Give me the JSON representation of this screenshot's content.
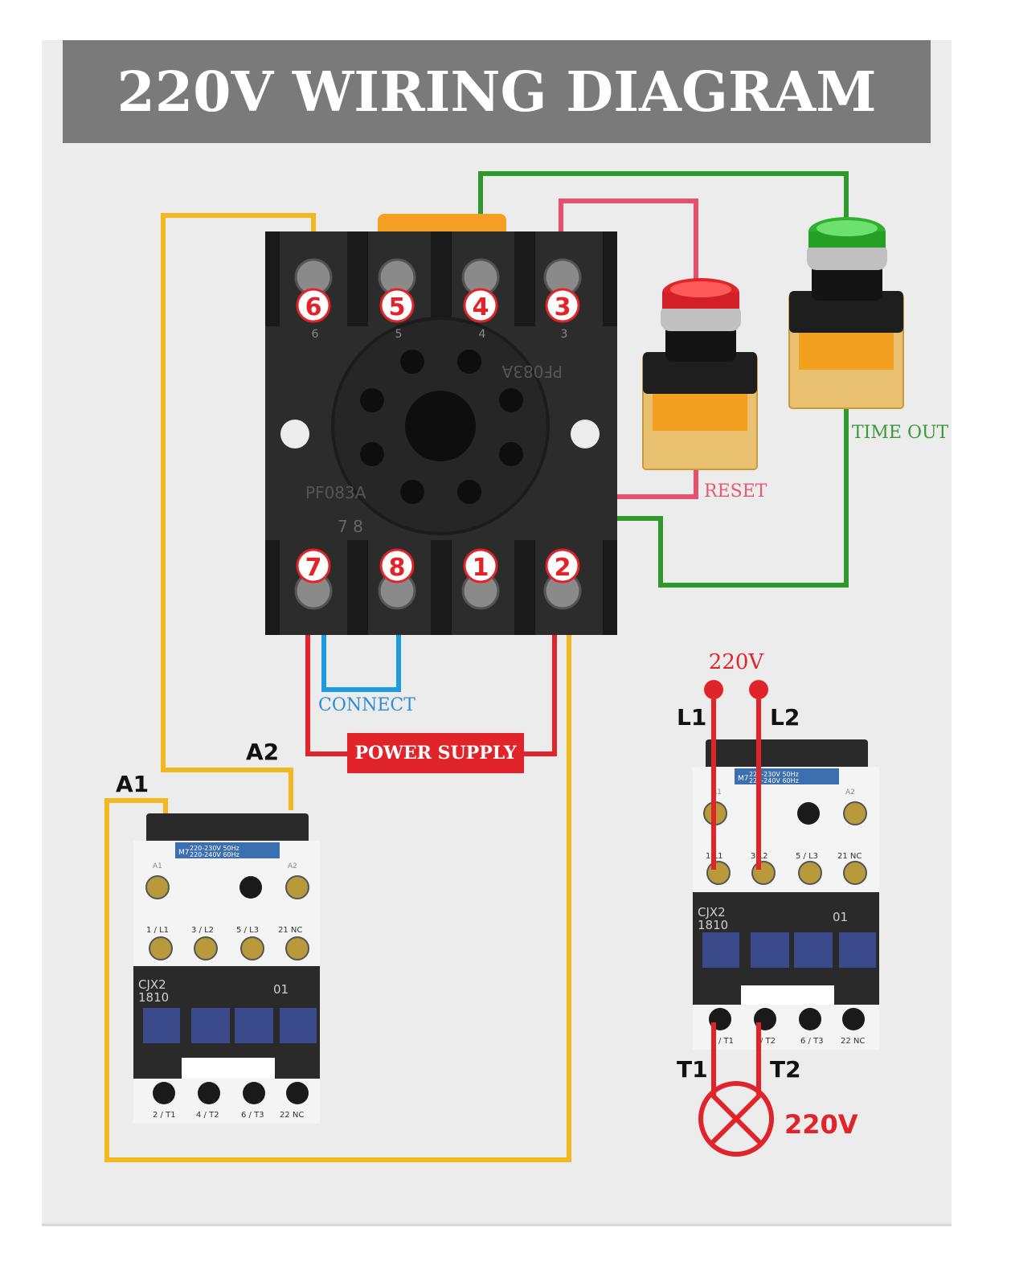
{
  "title": "220V WIRING DIAGRAM",
  "relay_base": {
    "model_upper": "PF083A",
    "model_lower": "PF083A",
    "bottom_marks": "7 8",
    "terminals_top": [
      "6",
      "5",
      "4",
      "3"
    ],
    "terminals_bottom": [
      "7",
      "8",
      "1",
      "2"
    ],
    "small_top_marks": [
      "6",
      "5",
      "4",
      "3"
    ]
  },
  "labels": {
    "reset": "RESET",
    "time_out": "TIME OUT",
    "connect": "CONNECT",
    "power_supply": "POWER SUPPLY",
    "a1": "A1",
    "a2": "A2",
    "supply_voltage": "220V",
    "l1": "L1",
    "l2": "L2",
    "t1": "T1",
    "t2": "T2",
    "load_voltage": "220V"
  },
  "contactor_left": {
    "model": "CJX2",
    "model_num": "1810",
    "aux": "01",
    "coil_line1": "220-230V 50Hz",
    "coil_line2": "220-240V 60Hz",
    "coil_prefix": "M7",
    "coil_a1": "A1",
    "coil_a2": "A2",
    "top_terms": [
      "1 / L1",
      "3 / L2",
      "5 / L3",
      "21 NC"
    ],
    "bottom_terms": [
      "2 / T1",
      "4 / T2",
      "6 / T3",
      "22 NC"
    ]
  },
  "contactor_right": {
    "model": "CJX2",
    "model_num": "1810",
    "aux": "01",
    "coil_line1": "220-230V 50Hz",
    "coil_line2": "220-240V 60Hz",
    "coil_prefix": "M7",
    "coil_a1": "A1",
    "coil_a2": "A2",
    "top_terms": [
      "1 L1",
      "3 L2",
      "5 / L3",
      "21 NC"
    ],
    "bottom_terms": [
      "/ T1",
      "/ T2",
      "6 / T3",
      "22 NC"
    ]
  },
  "colors": {
    "wire_yellow": "#f2b820",
    "wire_green": "#2e9a2e",
    "wire_red": "#e0242a",
    "wire_pink": "#e8506a",
    "wire_blue": "#1e9ae0",
    "header_bg": "#7a7a7a",
    "panel_bg": "#ececec",
    "label_green": "#3a9a3a",
    "label_pink": "#e65a70",
    "label_blue": "#2c8fd6"
  }
}
